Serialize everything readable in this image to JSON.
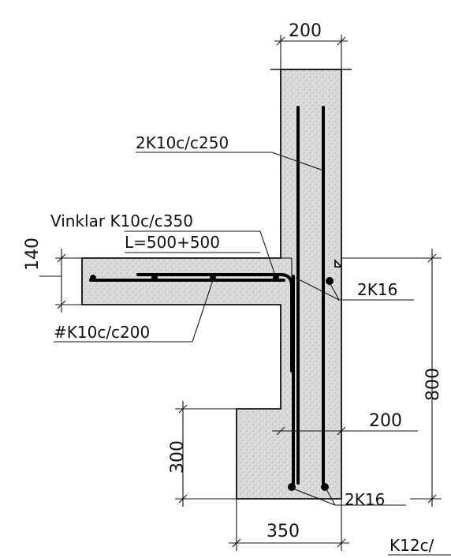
{
  "dimensions": {
    "wall_width_top": "200",
    "slab_thickness": "140",
    "height_total": "800",
    "wall_width_lower": "200",
    "footing_height": "300",
    "footing_width": "350"
  },
  "labels": {
    "wall_rebar": "2K10c/c250",
    "stirrups_line1": "Vinklar  K10c/c350",
    "stirrups_line2": "L=500+500",
    "slab_rebar": "#K10c/c200",
    "top_bars": "2K16",
    "bottom_bars": "2K16",
    "cut_label": "K12c/"
  },
  "colors": {
    "concrete": "#d9d9d9",
    "line": "#111111"
  }
}
